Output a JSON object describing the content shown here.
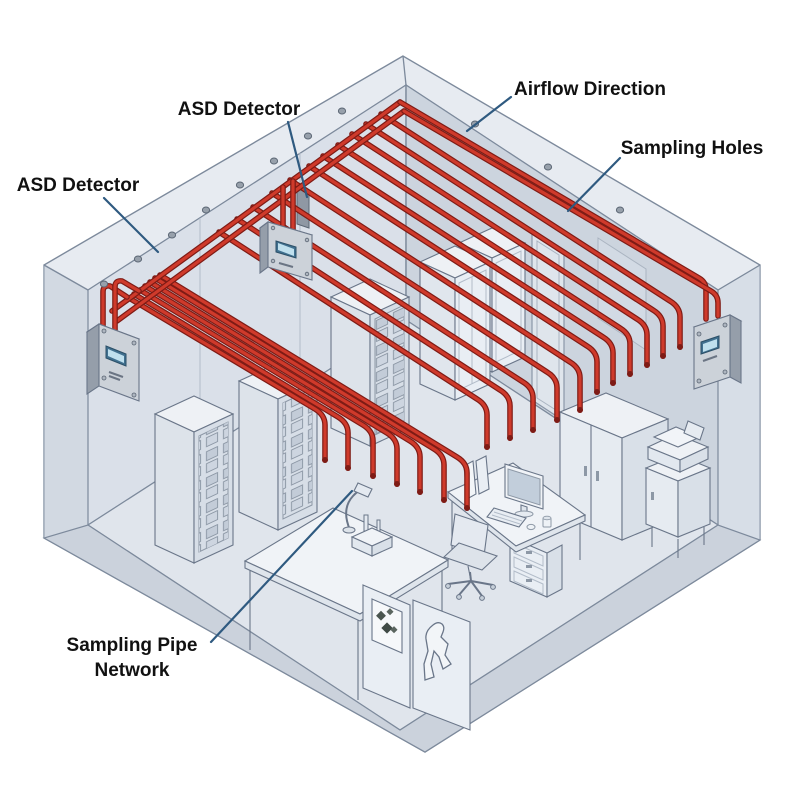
{
  "diagram": {
    "type": "isometric-illustration",
    "subject": "Aspirating Smoke Detection system in a server room",
    "labels": {
      "asd_detector_top": "ASD Detector",
      "asd_detector_left": "ASD Detector",
      "airflow_direction": "Airflow Direction",
      "sampling_holes": "Sampling Holes",
      "sampling_pipe_network_line1": "Sampling Pipe",
      "sampling_pipe_network_line2": "Network"
    },
    "colors": {
      "pipe_red": "#cf3a2b",
      "pipe_dark": "#7e1b15",
      "leader_line_blue": "#2f5a80",
      "wall_fill": "#dae0e9",
      "ceiling_fill": "#d3dae4",
      "floor_fill": "#e0e5ec",
      "detector_body": "#c9cfd7",
      "detector_screen": "#bfe0ee",
      "label_text": "#111111"
    },
    "components": {
      "detectors": [
        "ASD detector on left wall",
        "ASD detector hanging at ceiling center",
        "ASD detector on right wall"
      ],
      "sampling_pipe_runs": 18,
      "sampling_drop_points": 20
    }
  }
}
